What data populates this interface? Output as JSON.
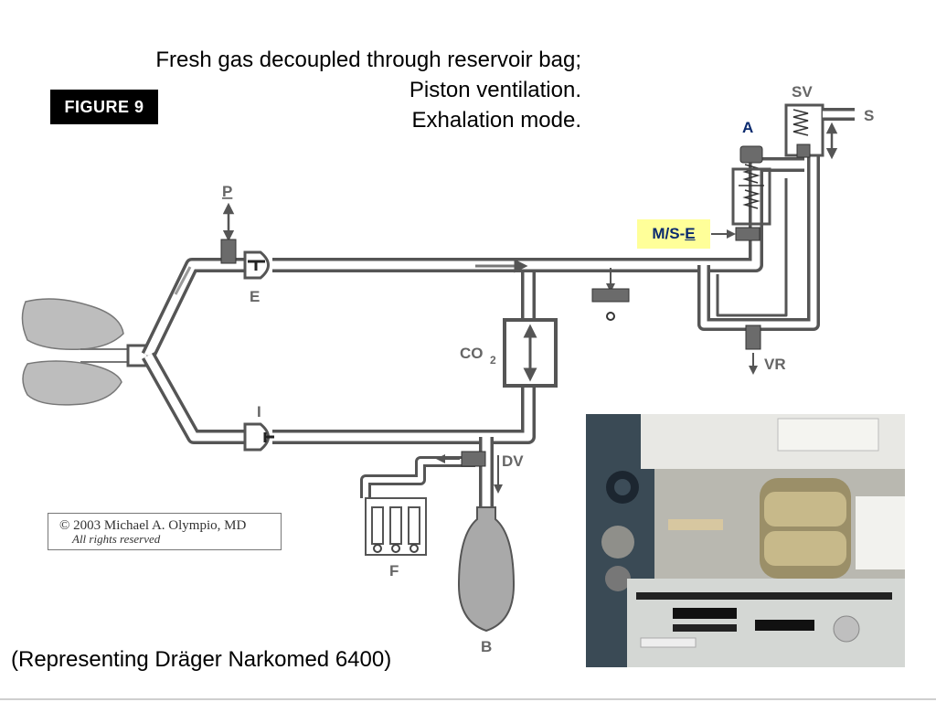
{
  "title": {
    "line1": "Fresh gas decoupled through reservoir bag;",
    "line2": "Piston ventilation.",
    "line3": "Exhalation mode."
  },
  "figure_badge": "FIGURE 9",
  "copyright": {
    "line1": "© 2003 Michael A. Olympio, MD",
    "line2": "All rights reserved"
  },
  "caption": "(Representing Dräger Narkomed 6400)",
  "labels": {
    "P": "P",
    "E": "E",
    "I": "I",
    "CO2": "CO",
    "CO2_sub": "2",
    "DV": "DV",
    "F": "F",
    "B": "B",
    "SV": "SV",
    "S": "S",
    "A": "A",
    "VR": "VR",
    "MSE_prefix": "M/S-",
    "MSE_underlined": "E"
  },
  "colors": {
    "tube_outline": "#555555",
    "lung_fill": "#bdbdbd",
    "bag_fill": "#a9a9a9",
    "valve_fill": "#6b6b6b",
    "highlight": "#ffff99",
    "label_gray": "#666666",
    "label_blue": "#0a2a6e"
  }
}
